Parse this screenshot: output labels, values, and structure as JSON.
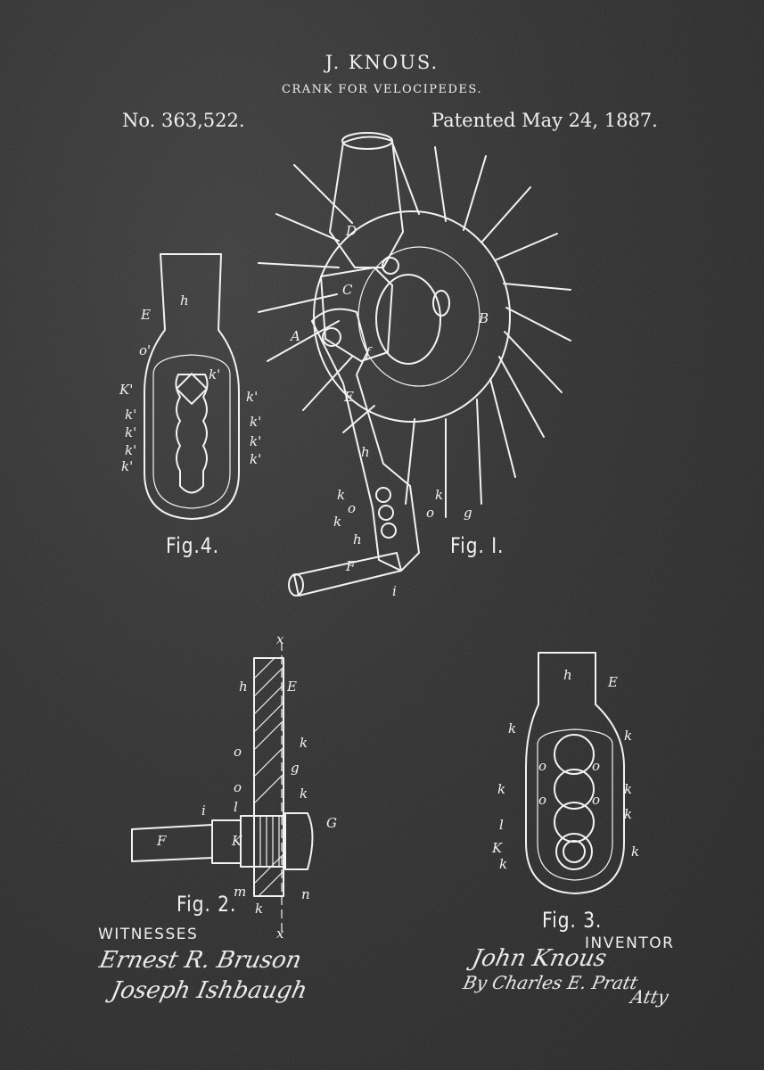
{
  "header": {
    "inventor_name": "J. KNOUS.",
    "invention": "CRANK FOR VELOCIPEDES.",
    "patent_number": "No. 363,522.",
    "patent_date": "Patented May 24, 1887."
  },
  "figures": {
    "fig1": "Fig. I.",
    "fig2": "Fig. 2.",
    "fig3": "Fig. 3.",
    "fig4": "Fig.4."
  },
  "signatures": {
    "witnesses_label": "WITNESSES",
    "witness_1": "Ernest R. Bruson",
    "witness_2": "Joseph Ishbaugh",
    "inventor_label": "INVENTOR",
    "inventor_sig": "John Knous",
    "attorney_sig": "By Charles E. Pratt",
    "attorney_abbr": "Atty"
  },
  "reference_letters": {
    "fig1": [
      "D",
      "C",
      "A",
      "B",
      "E",
      "h",
      "k",
      "o",
      "f",
      "F",
      "g",
      "i"
    ],
    "fig2": [
      "x",
      "h",
      "E",
      "o",
      "k",
      "g",
      "i",
      "l",
      "F",
      "K",
      "G",
      "m",
      "n"
    ],
    "fig3": [
      "h",
      "E",
      "k",
      "o",
      "l",
      "K"
    ],
    "fig4": [
      "h",
      "E",
      "o'",
      "K'",
      "k'"
    ]
  },
  "colors": {
    "background": "#2a2a2a",
    "ink": "#f2f2f2"
  }
}
